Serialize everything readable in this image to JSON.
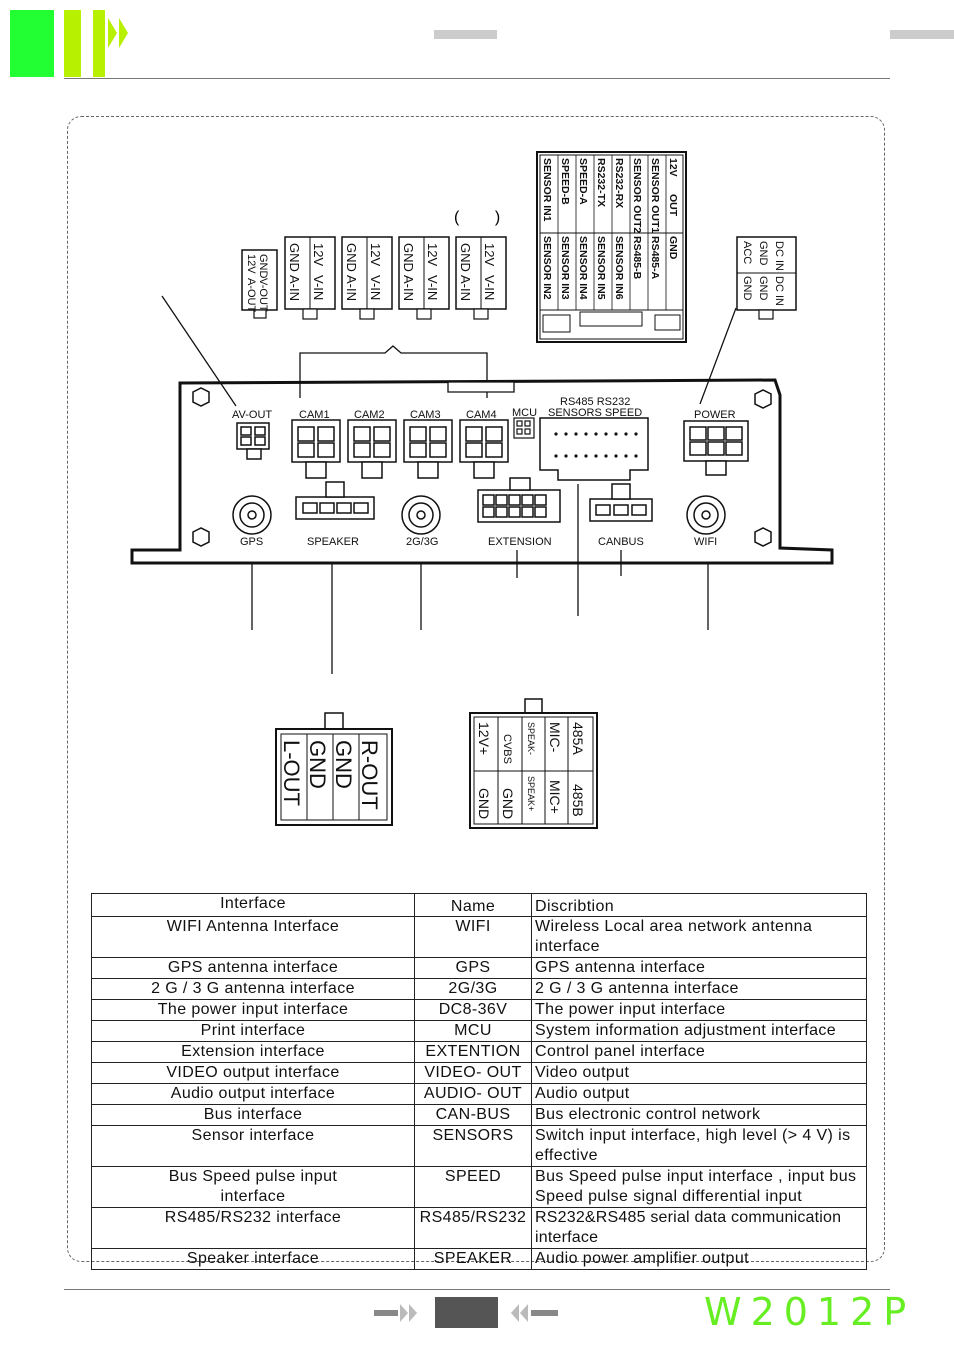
{
  "colors": {
    "accent_green": "#22ff33",
    "accent_lime": "#b7f000",
    "brand_green": "#66ee22",
    "page_block": "#555555"
  },
  "header": {
    "logo_icon": "green-bar-logo-icon"
  },
  "diagram": {
    "top_labels": [
      "AV-OUT",
      "CAM1",
      "CAM2",
      "CAM3",
      "CAM4",
      "MCU",
      "RS485 RS232",
      "SENSORS SPEED",
      "POWER"
    ],
    "bottom_labels": [
      "GPS",
      "SPEAKER",
      "2G/3G",
      "EXTENSION",
      "CANBUS",
      "WIFI"
    ],
    "paren_note": "(        )",
    "avout_pins": {
      "col1": [
        "12V",
        "GND"
      ],
      "col2": [
        "A-OUT",
        "V-OUT"
      ]
    },
    "cam_pins": {
      "left": [
        "GND",
        "A-IN"
      ],
      "right": [
        "12V",
        "V-IN"
      ]
    },
    "sensor_block": {
      "left_col": [
        "12V",
        "SENSOR OUT1",
        "SENSOR OUT2",
        "RS232-RX",
        "RS232-TX",
        "SPEED-A",
        "SPEED-B",
        "SENSOR IN1"
      ],
      "right_col": [
        "GND",
        "RS485-A",
        "RS485-B",
        "SENSOR IN6",
        "SENSOR IN5",
        "SENSOR IN4",
        "SENSOR IN3",
        "SENSOR IN2"
      ],
      "top_item": "OUT"
    },
    "power_pins": {
      "col1": [
        "DC IN",
        "DC IN"
      ],
      "col2": [
        "GND",
        "GND"
      ],
      "col3": [
        "ACC",
        "GND"
      ]
    },
    "speaker_pins": [
      "R-OUT",
      "GND",
      "GND",
      "L-OUT"
    ],
    "extension_pins": {
      "top": [
        "12V+",
        "CVBS",
        "SPEAK-",
        "MIC-",
        "485A"
      ],
      "bottom": [
        "GND",
        "GND",
        "SPEAK+",
        "MIC+",
        "485B"
      ]
    }
  },
  "table": {
    "header": [
      "Interface",
      "Name",
      "Discribtion"
    ],
    "rows": [
      [
        "WIFI Antenna Interface",
        "WIFI",
        "Wireless Local area network antenna interface"
      ],
      [
        "GPS antenna interface",
        "GPS",
        "GPS antenna interface"
      ],
      [
        "2 G / 3 G antenna interface",
        "2G/3G",
        "2 G / 3 G antenna interface"
      ],
      [
        "The power input interface",
        "DC8-36V",
        "The power input interface"
      ],
      [
        "Print interface",
        "MCU",
        "System information adjustment interface"
      ],
      [
        "Extension interface",
        "EXTENTION",
        "Control panel interface"
      ],
      [
        "VIDEO output interface",
        "VIDEO- OUT",
        "Video output"
      ],
      [
        "Audio output interface",
        "AUDIO- OUT",
        "Audio output"
      ],
      [
        "Bus interface",
        "CAN-BUS",
        "Bus electronic control network"
      ],
      [
        "Sensor interface",
        "SENSORS",
        "Switch input interface, high level (> 4 V) is effective"
      ],
      [
        "Bus Speed pulse input interface",
        "SPEED",
        "Bus Speed pulse input interface , input bus Speed pulse signal differential input"
      ],
      [
        "RS485/RS232 interface",
        "RS485/RS232",
        "RS232&RS485 serial data communication interface"
      ],
      [
        "Speaker interface",
        "SPEAKER",
        "Audio power amplifier output"
      ]
    ]
  },
  "footer": {
    "brand": "W2012P",
    "prev_icon": "arrow-left-icon",
    "next_icon": "arrow-right-icon"
  }
}
